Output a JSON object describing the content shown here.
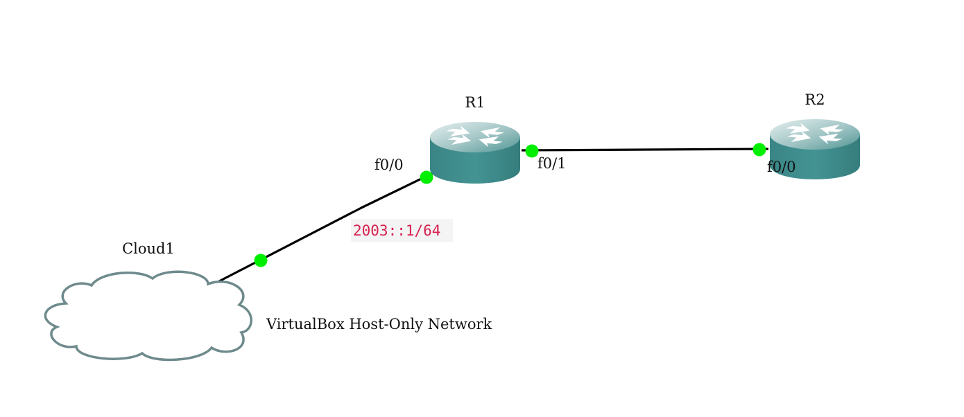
{
  "colors": {
    "router_body": "#3f8b8b",
    "router_top": "#cfe3e3",
    "port_dot": "#00ee00",
    "cloud_outline": "#6e8a8c",
    "address_text": "#d6204e",
    "address_bg": "#f4f4f4"
  },
  "nodes": {
    "cloud1": {
      "label": "Cloud1",
      "icon": "cloud-icon",
      "note": "VirtualBox Host-Only Network"
    },
    "r1": {
      "label": "R1",
      "icon": "router-icon"
    },
    "r2": {
      "label": "R2",
      "icon": "router-icon"
    }
  },
  "ports": {
    "r1_f00": "f0/0",
    "r1_f01": "f0/1",
    "r2_f00": "f0/0"
  },
  "annotations": {
    "ipv6_address": "2003::1/64"
  }
}
